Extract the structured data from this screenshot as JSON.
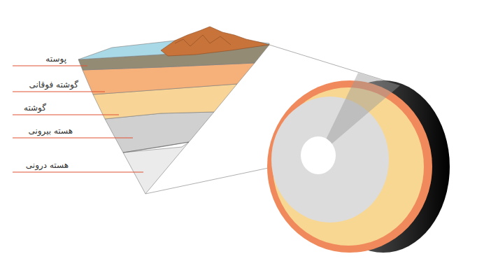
{
  "diagram": {
    "labels": [
      "پوسته",
      "گوشته فوقانی",
      "گوشته",
      "هسته بیرونی",
      "هسته درونی"
    ]
  }
}
